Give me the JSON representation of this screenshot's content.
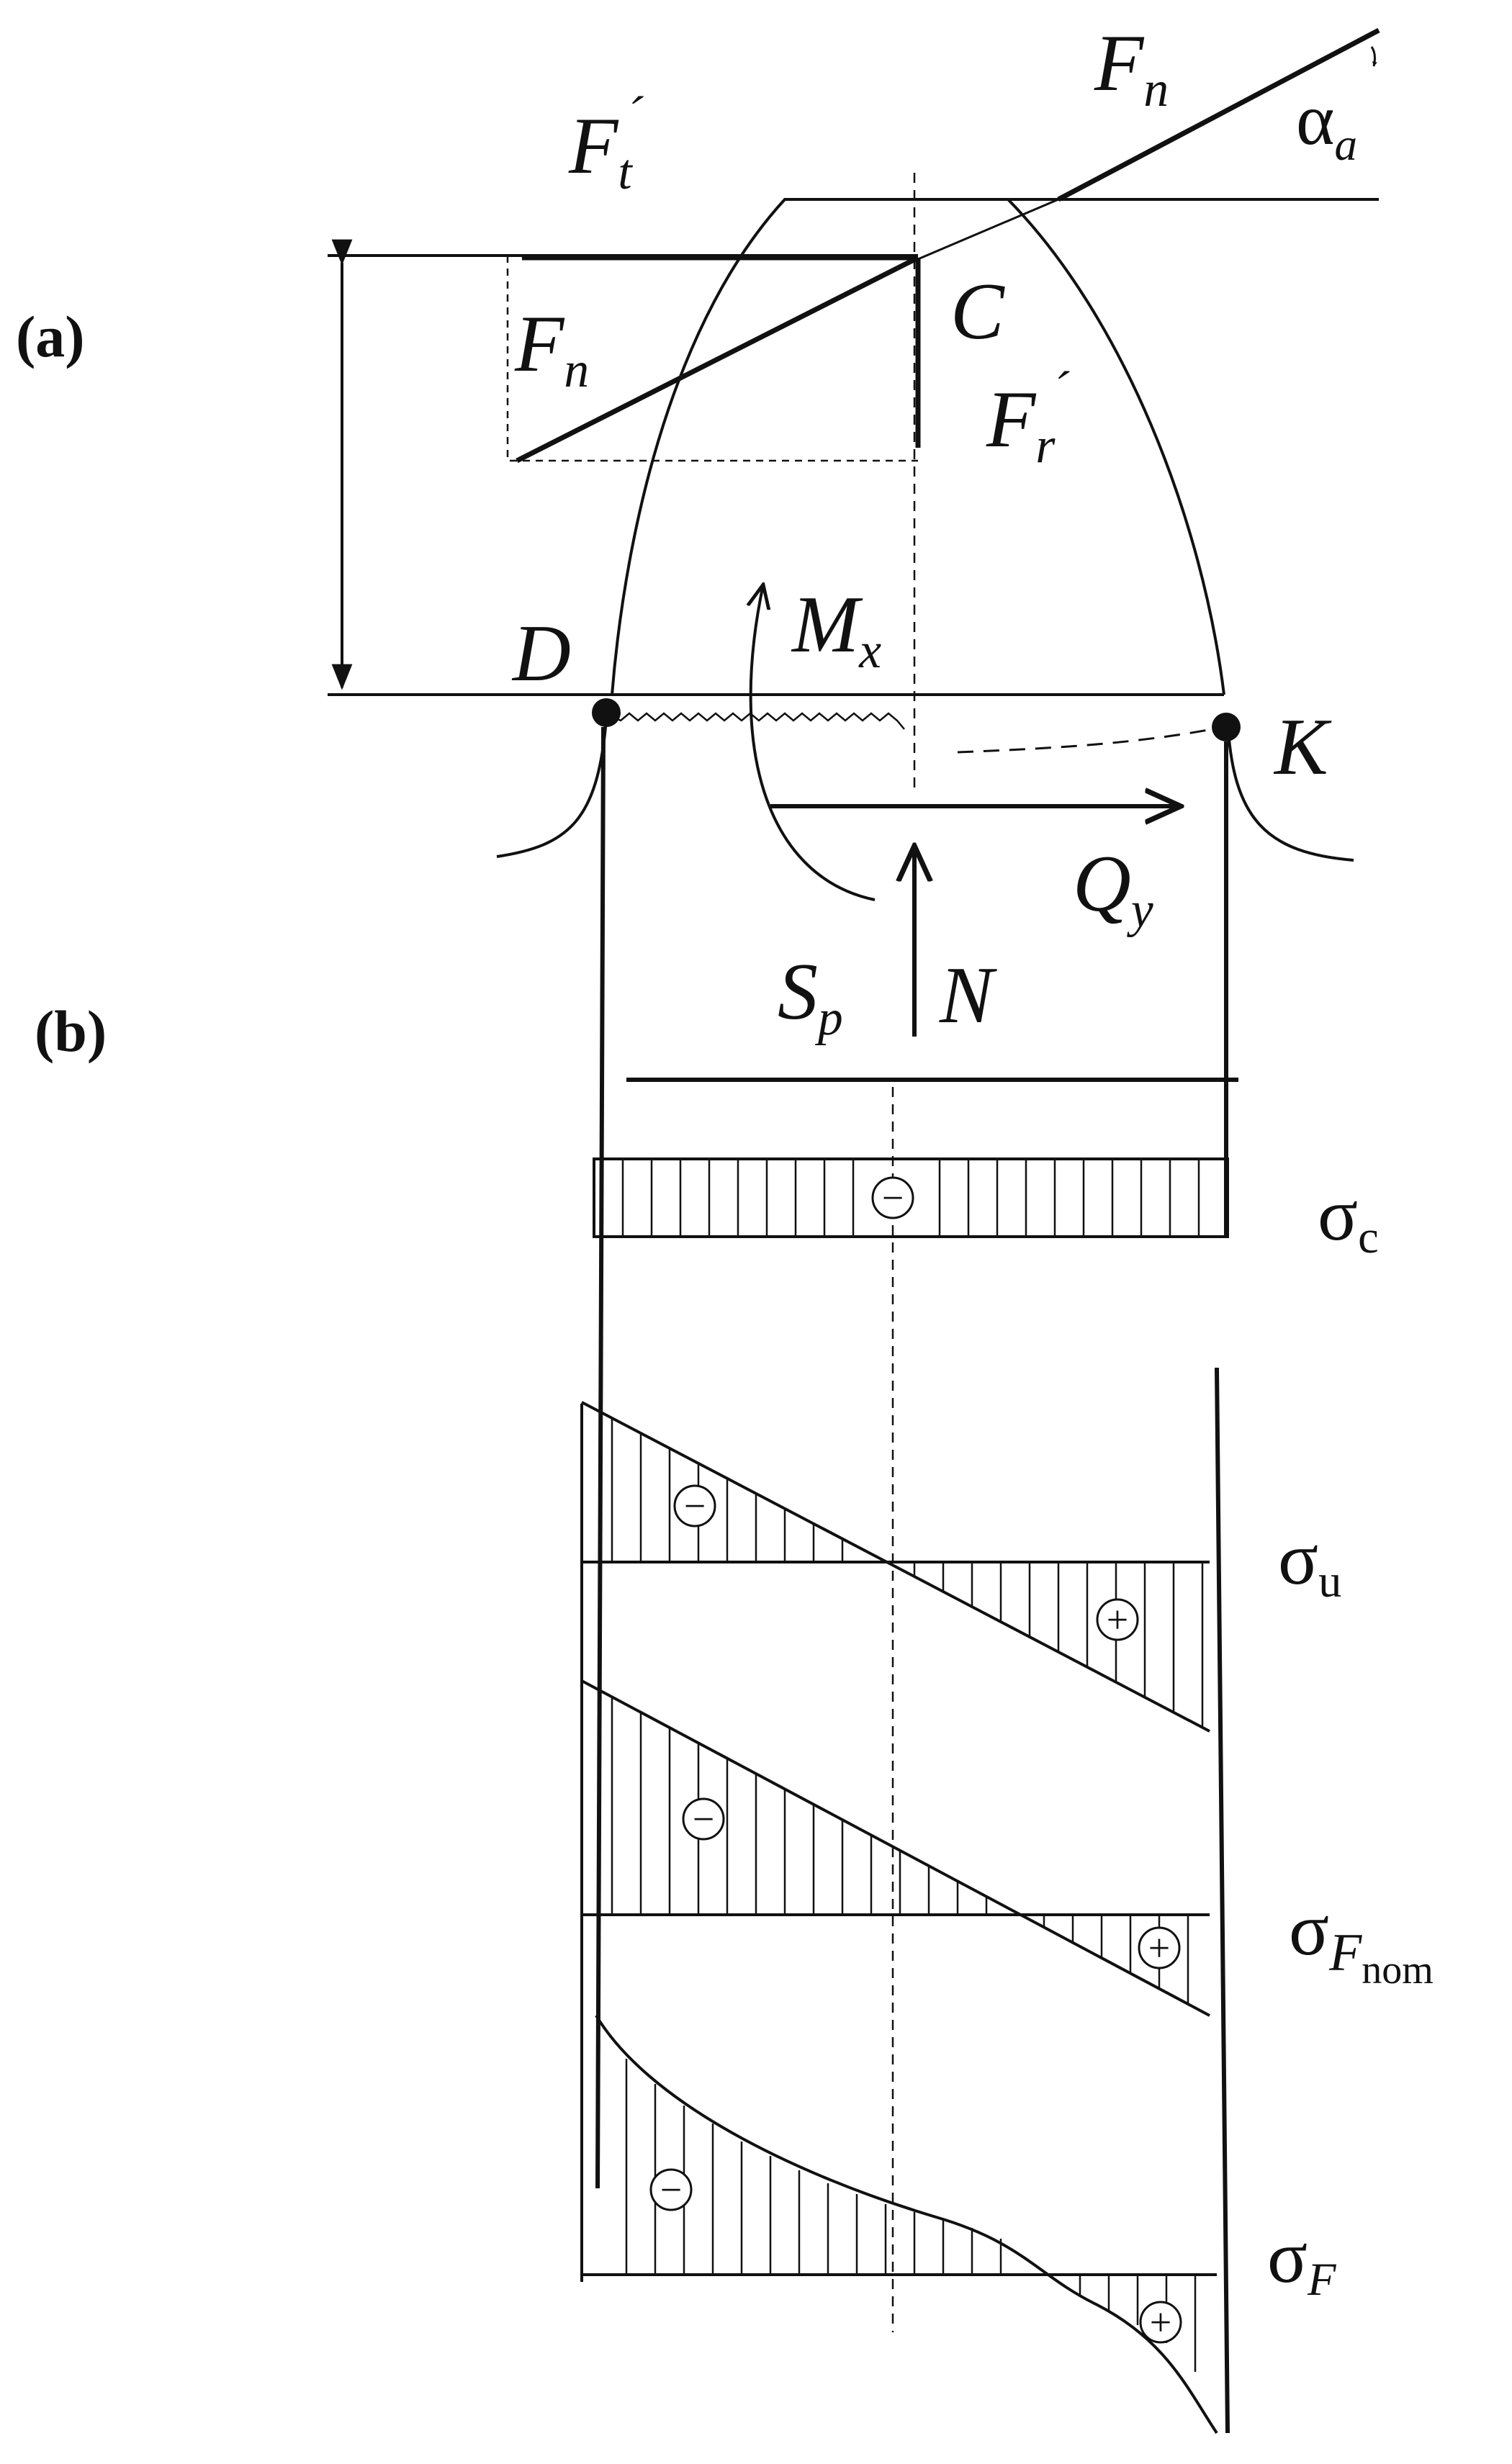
{
  "panel_labels": {
    "a": "(a)",
    "b": "(b)"
  },
  "force_labels": {
    "fn_top": {
      "base": "F",
      "sub": "n"
    },
    "alpha": {
      "base": "α",
      "sub": "a"
    },
    "ft_prime": {
      "base": "F",
      "sub": "t",
      "sup": "´"
    },
    "fn_left": {
      "base": "F",
      "sub": "n"
    },
    "c_point": "C",
    "fr_prime": {
      "base": "F",
      "sub": "r",
      "sup": "´"
    },
    "d_point": "D",
    "mx": {
      "base": "M",
      "sub": "x"
    },
    "k_point": "K",
    "qy": {
      "base": "Q",
      "sub": "y"
    },
    "sp": {
      "base": "S",
      "sub": "p"
    },
    "n": "N"
  },
  "stress_labels": {
    "sigma_c": {
      "base": "σ",
      "sub": "c"
    },
    "sigma_u": {
      "base": "σ",
      "sub": "u"
    },
    "sigma_fnom": {
      "base": "σ",
      "sub": "F",
      "subsub": "nom"
    },
    "sigma_f": {
      "base": "σ",
      "sub": "F"
    }
  },
  "sign_marks": {
    "minus": "−",
    "plus": "+"
  }
}
